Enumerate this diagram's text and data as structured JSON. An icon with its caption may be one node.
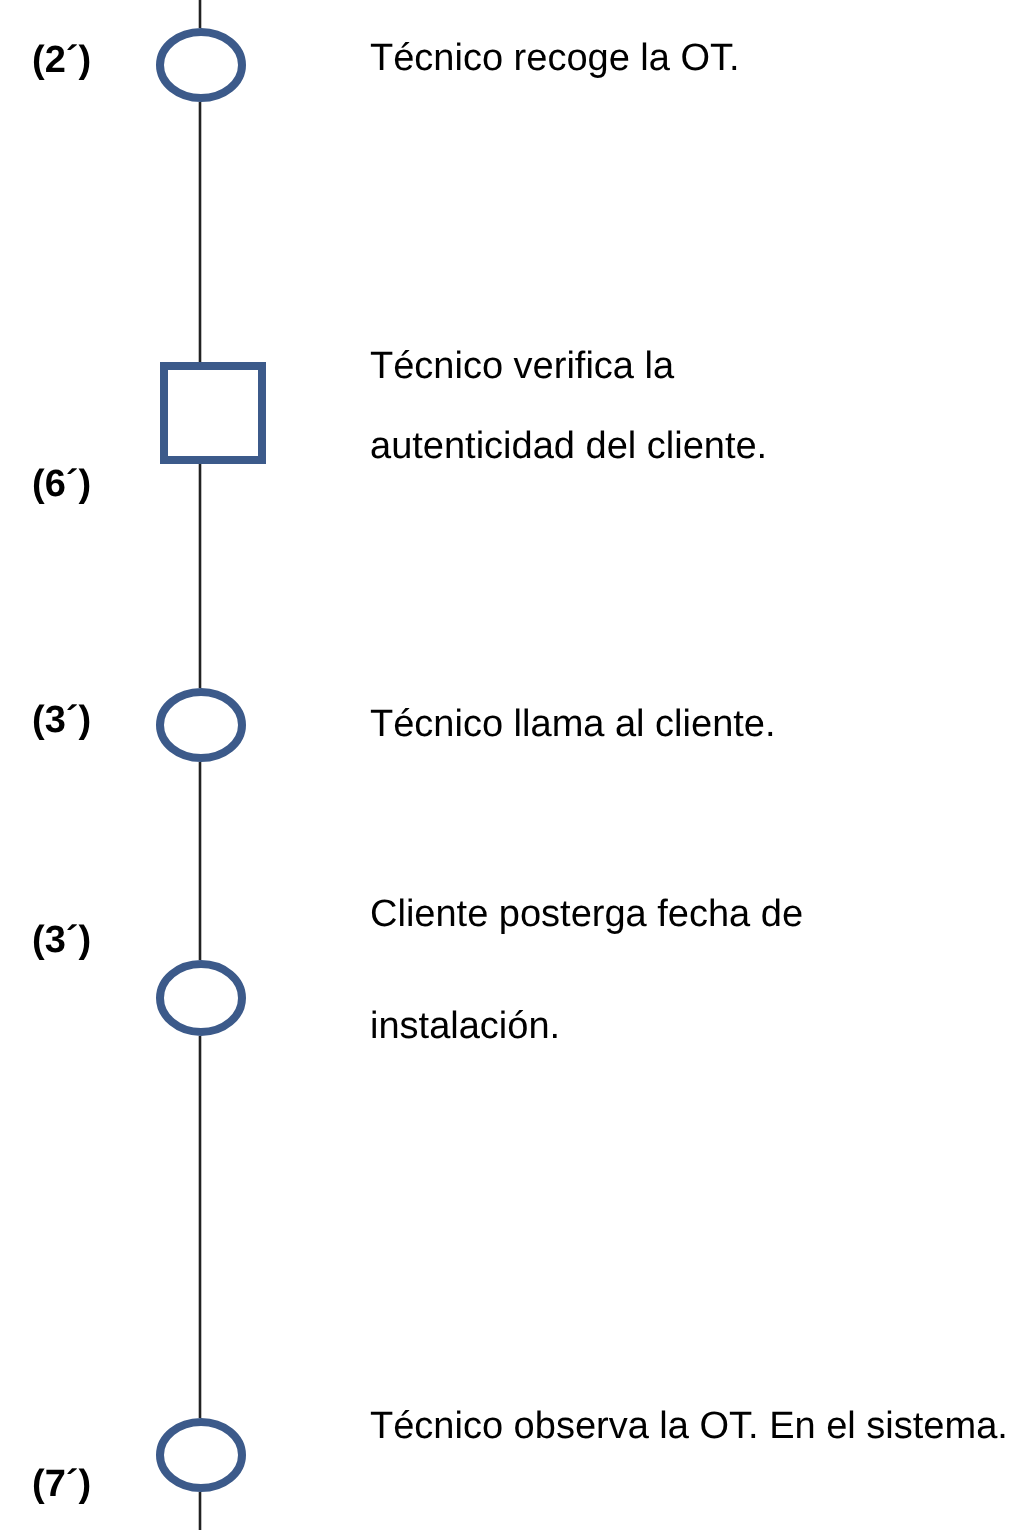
{
  "diagram": {
    "nodes": [
      {
        "text": [],
        "shape": "circle",
        "beside": [
          "(2´)",
          "Técnico recoge la OT."
        ]
      },
      {
        "text": [],
        "shape": "box",
        "beside": [
          "(6´)",
          "Técnico verifica la autenticidad del cliente."
        ]
      },
      {
        "text": [],
        "shape": "circle",
        "beside": [
          "(3´)",
          "Técnico llama al cliente."
        ]
      },
      {
        "text": [],
        "shape": "circle",
        "beside": [
          "(3´)",
          "Cliente posterga fecha de instalación."
        ]
      },
      {
        "text": [],
        "shape": "circle",
        "beside": [
          "(7´)",
          "Técnico observa la OT. En el sistema."
        ]
      }
    ],
    "edges": [
      {
        "from": null,
        "to": 0,
        "arrow": "none"
      },
      {
        "from": 0,
        "to": 1,
        "arrow": "none"
      },
      {
        "from": 1,
        "to": 2,
        "arrow": "none"
      },
      {
        "from": 2,
        "to": 3,
        "arrow": "none"
      },
      {
        "from": 3,
        "to": 4,
        "arrow": "none"
      },
      {
        "from": 4,
        "to": null,
        "arrow": "none"
      }
    ]
  }
}
